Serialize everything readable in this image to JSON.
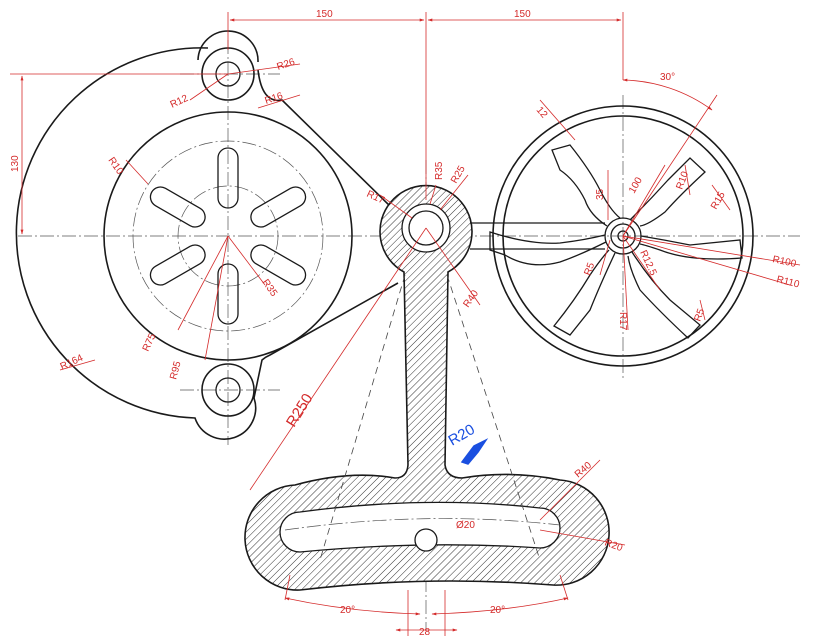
{
  "dimensions": {
    "top_left": "150",
    "top_right": "150",
    "left_vertical": "130",
    "angle_top": "30°",
    "bottom_width": "28",
    "angle_left": "20°",
    "angle_right": "20°"
  },
  "labels": {
    "r26": "R26",
    "r12": "R12",
    "r16": "R16",
    "r10_left": "R10",
    "r164": "R164",
    "r75": "R75",
    "r95": "R95",
    "r35_left": "R35",
    "r17_hub": "R17",
    "r35_hub": "R35",
    "r25_hub": "R25",
    "r40_hub": "R40",
    "r250": "R250",
    "r40_arm": "R40",
    "r20_arm": "R20",
    "d20": "Ø20",
    "r12_right": "12",
    "r35_right": "35",
    "r100_small": "100",
    "r10_right": "R10",
    "r15_right": "R15",
    "r100": "R100",
    "r110": "R110",
    "r5_left": "R5",
    "r12_5": "R12.5",
    "r17_right": "R17",
    "r5_right": "R5"
  },
  "annotation": {
    "handwritten": "R20"
  },
  "colors": {
    "geometry": "#1a1a1a",
    "dimension": "#d42a2a",
    "annotation": "#1a4fe0"
  }
}
